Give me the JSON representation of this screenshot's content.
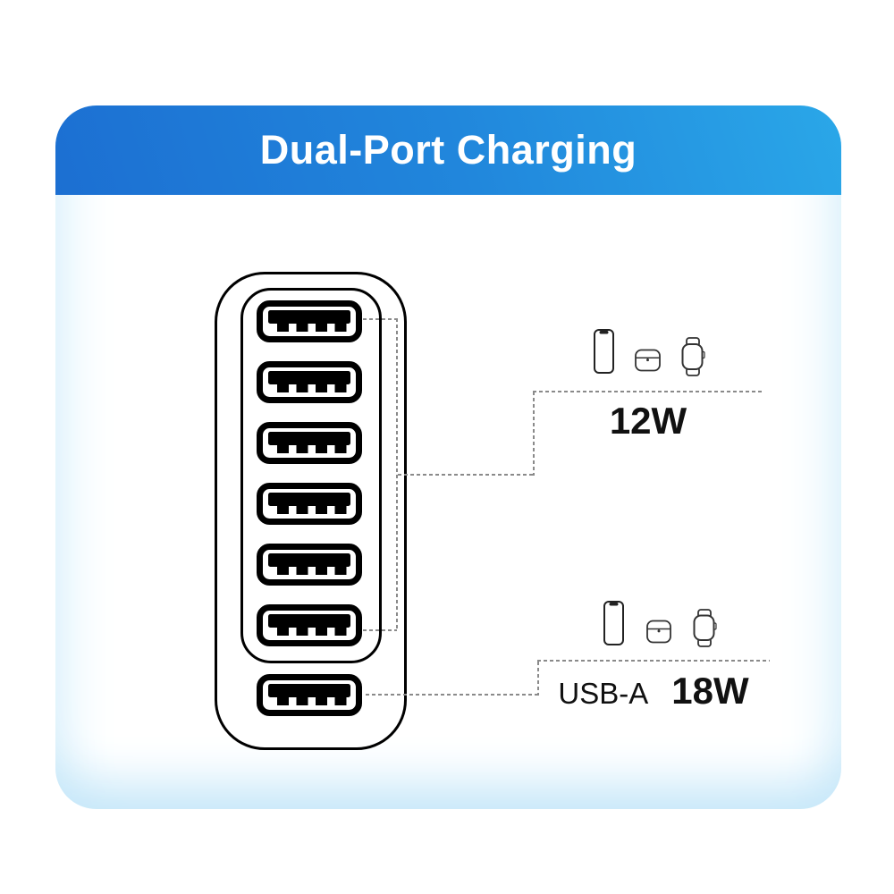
{
  "header": {
    "title": "Dual-Port Charging",
    "gradient_start": "#1c6fd2",
    "gradient_end": "#2aa7e8",
    "text_color": "#ffffff"
  },
  "charger": {
    "port_count": 7,
    "port_type": "USB-A"
  },
  "callouts": {
    "multi": {
      "power": "12W",
      "ports_covered": "ports 1-6",
      "devices": [
        "smartphone",
        "earbuds-case",
        "smartwatch"
      ]
    },
    "single": {
      "port_type": "USB-A",
      "power": "18W",
      "ports_covered": "port 7",
      "devices": [
        "smartphone",
        "earbuds-case",
        "smartwatch"
      ]
    }
  },
  "colors": {
    "dash": "#8a8a8a",
    "glow": "#cdeaf9",
    "text": "#111111",
    "card_bg": "#ffffff",
    "line": "#000000"
  }
}
